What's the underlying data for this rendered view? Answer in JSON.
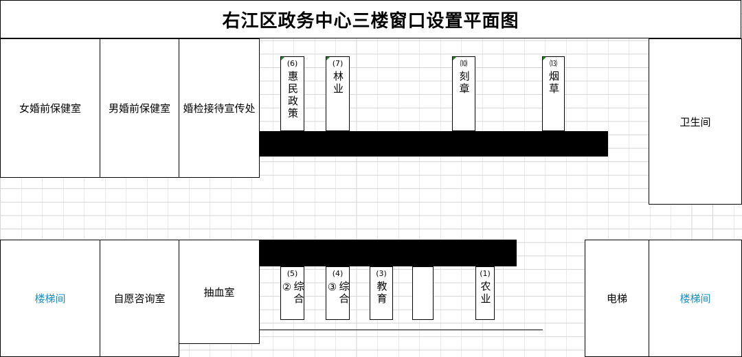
{
  "title": "右江区政务中心三楼窗口设置平面图",
  "rooms": {
    "female_premarital": "女婚前保健室",
    "male_premarital": "男婚前保健室",
    "marriage_checkup": "婚检接待宣传处",
    "restroom": "卫生间",
    "stairs_left": "楼梯间",
    "consultation": "自愿咨询室",
    "blood_draw": "抽血室",
    "elevator": "电梯",
    "stairs_right": "楼梯间"
  },
  "top_windows": [
    {
      "num": "(6)",
      "label": "惠民政策"
    },
    {
      "num": "(7)",
      "label": "林业"
    },
    {
      "num": "⑽",
      "label": "刻章"
    },
    {
      "num": "⒀",
      "label": "烟草"
    }
  ],
  "bottom_windows": [
    {
      "num": "(5)",
      "label": "综合②"
    },
    {
      "num": "(4)",
      "label": "综合③"
    },
    {
      "num": "(3)",
      "label": "教育"
    },
    {
      "num": "",
      "label": ""
    },
    {
      "num": "(1)",
      "label": "农业"
    }
  ],
  "colors": {
    "stairs_text": "#1a8fc4",
    "corner_mark": "#1e8a1e",
    "counter": "#000000"
  }
}
